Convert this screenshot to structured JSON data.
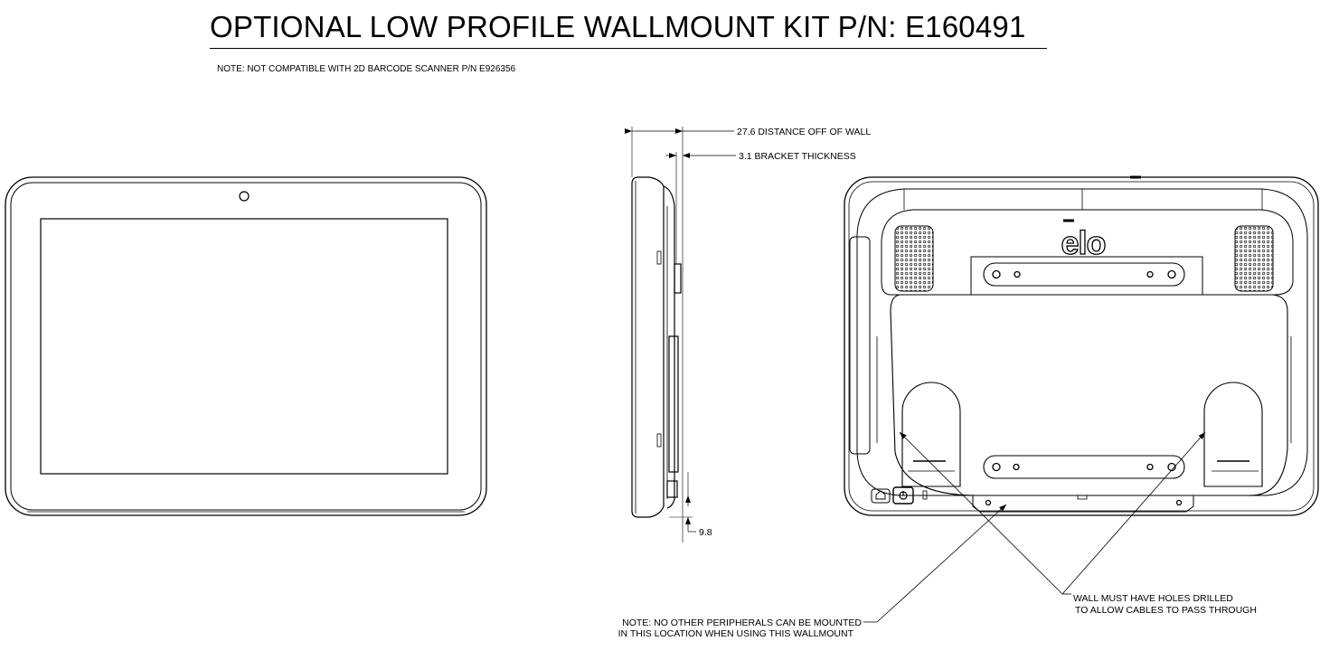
{
  "title": "OPTIONAL LOW PROFILE WALLMOUNT KIT P/N: E160491",
  "note_top": "NOTE: NOT COMPATIBLE WITH 2D BARCODE SCANNER P/N E926356",
  "side_view": {
    "dimension_wall": "27.6 DISTANCE OFF OF WALL",
    "dimension_bracket": "3.1 BRACKET THICKNESS",
    "dimension_bottom": "9.8"
  },
  "rear_view": {
    "logo_text": "elo",
    "callout_holes_line1": "WALL MUST HAVE HOLES DRILLED",
    "callout_holes_line2": "TO ALLOW CABLES TO PASS THROUGH",
    "callout_peripherals_line1": "NOTE: NO OTHER PERIPHERALS CAN BE MOUNTED",
    "callout_peripherals_line2": "IN THIS LOCATION WHEN USING THIS WALLMOUNT"
  }
}
